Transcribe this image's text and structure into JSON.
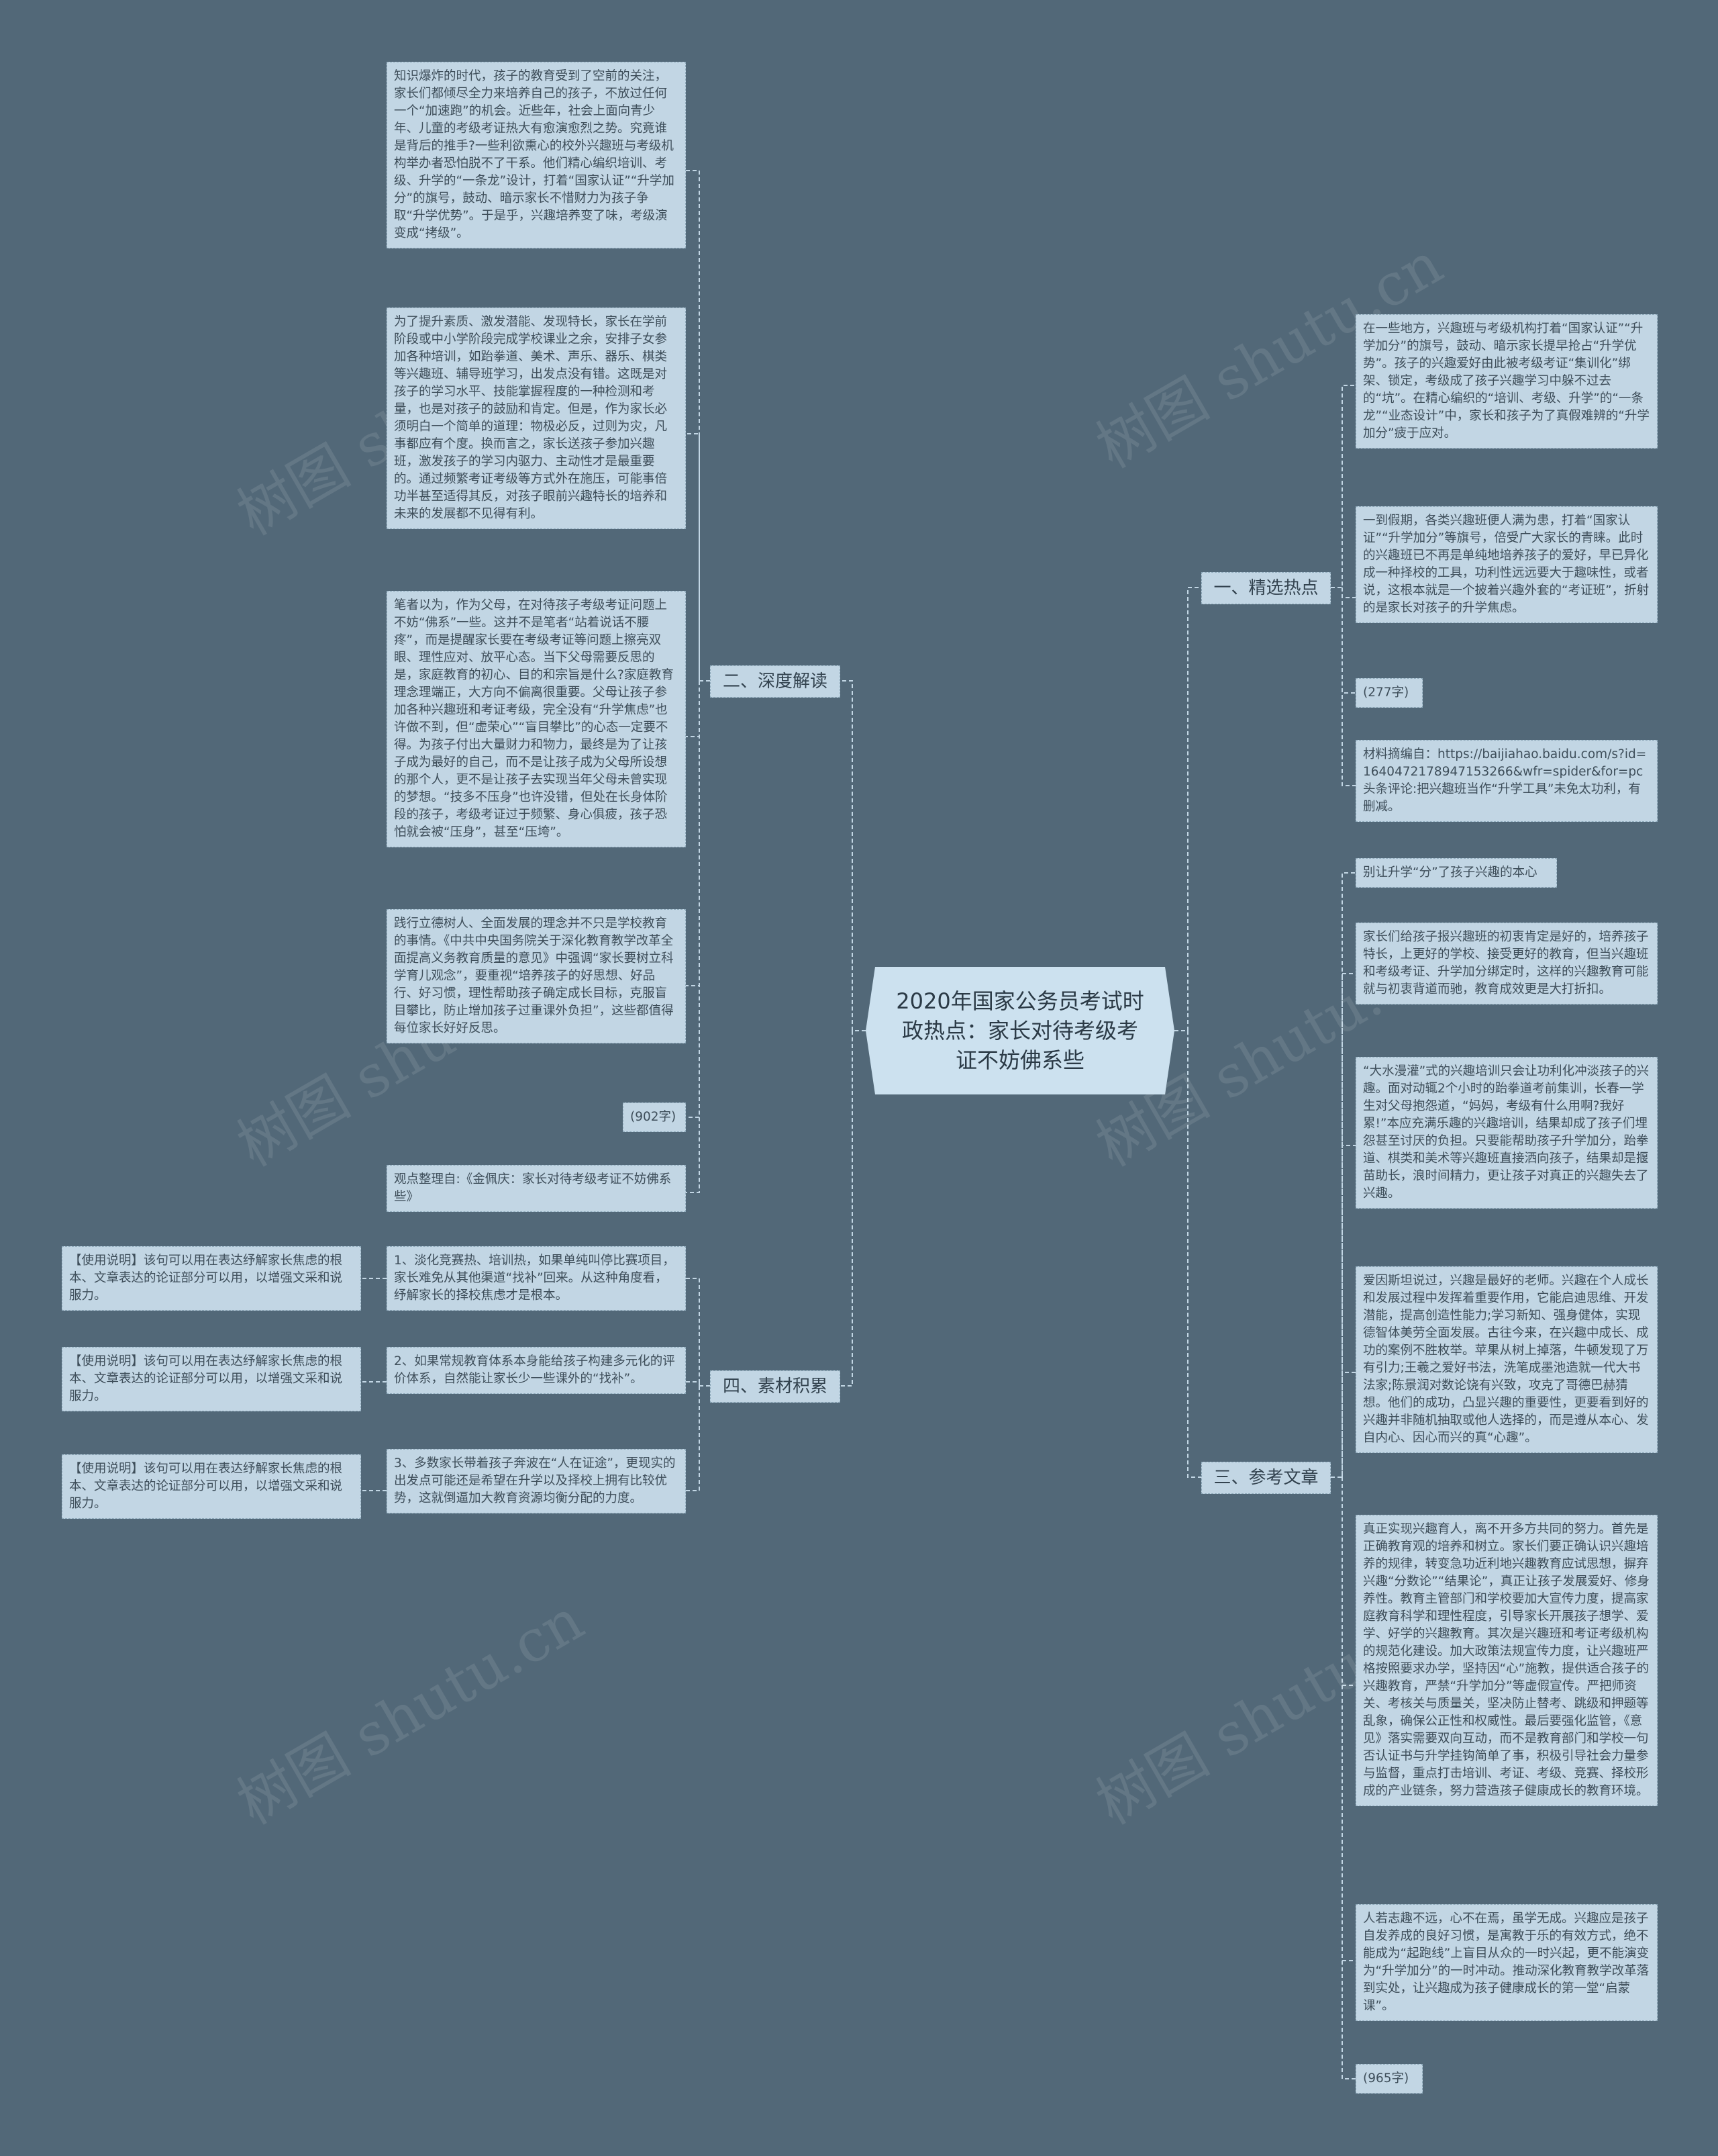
{
  "watermark": "树图 shutu.cn",
  "root": {
    "title": "2020年国家公务员考试时政热点：家长对待考级考证不妨佛系些"
  },
  "branches": {
    "b1": "一、精选热点",
    "b2": "二、深度解读",
    "b3": "三、参考文章",
    "b4": "四、素材积累"
  },
  "left": {
    "l1": "知识爆炸的时代，孩子的教育受到了空前的关注，家长们都倾尽全力来培养自己的孩子，不放过任何一个“加速跑”的机会。近些年，社会上面向青少年、儿童的考级考证热大有愈演愈烈之势。究竟谁是背后的推手?一些利欲熏心的校外兴趣班与考级机构举办者恐怕脱不了干系。他们精心编织培训、考级、升学的“一条龙”设计，打着“国家认证”“升学加分”的旗号，鼓动、暗示家长不惜财力为孩子争取“升学优势”。于是乎，兴趣培养变了味，考级演变成“拷级”。",
    "l2": "为了提升素质、激发潜能、发现特长，家长在学前阶段或中小学阶段完成学校课业之余，安排子女参加各种培训，如跆拳道、美术、声乐、器乐、棋类等兴趣班、辅导班学习，出发点没有错。这既是对孩子的学习水平、技能掌握程度的一种检测和考量，也是对孩子的鼓励和肯定。但是，作为家长必须明白一个简单的道理：物极必反，过则为灾，凡事都应有个度。换而言之，家长送孩子参加兴趣班，激发孩子的学习内驱力、主动性才是最重要的。通过频繁考证考级等方式外在施压，可能事倍功半甚至适得其反，对孩子眼前兴趣特长的培养和未来的发展都不见得有利。",
    "l3": "笔者以为，作为父母，在对待孩子考级考证问题上不妨“佛系”一些。这并不是笔者“站着说话不腰疼”，而是提醒家长要在考级考证等问题上擦亮双眼、理性应对、放平心态。当下父母需要反思的是，家庭教育的初心、目的和宗旨是什么?家庭教育理念理端正，大方向不偏离很重要。父母让孩子参加各种兴趣班和考证考级，完全没有“升学焦虑”也许做不到，但“虚荣心”“盲目攀比”的心态一定要不得。为孩子付出大量财力和物力，最终是为了让孩子成为最好的自己，而不是让孩子成为父母所设想的那个人，更不是让孩子去实现当年父母未曾实现的梦想。“技多不压身”也许没错，但处在长身体阶段的孩子，考级考证过于频繁、身心俱疲，孩子恐怕就会被“压身”，甚至“压垮”。",
    "l4": "践行立德树人、全面发展的理念并不只是学校教育的事情。《中共中央国务院关于深化教育教学改革全面提高义务教育质量的意见》中强调“家长要树立科学育儿观念”，要重视“培养孩子的好思想、好品行、好习惯，理性帮助孩子确定成长目标，克服盲目攀比，防止增加孩子过重课外负担”，这些都值得每位家长好好反思。",
    "l5": "(902字)",
    "l6": "观点整理自:《金佩庆：家长对待考级考证不妨佛系些》",
    "s1": "1、淡化竞赛热、培训热，如果单纯叫停比赛项目，家长难免从其他渠道“找补”回来。从这种角度看，纾解家长的择校焦虑才是根本。",
    "s2": "2、如果常规教育体系本身能给孩子构建多元化的评价体系，自然能让家长少一些课外的“找补”。",
    "s3": "3、多数家长带着孩子奔波在“人在证途”，更现实的出发点可能还是希望在升学以及择校上拥有比较优势，这就倒逼加大教育资源均衡分配的力度。",
    "u1": "【使用说明】该句可以用在表达纾解家长焦虑的根本、文章表达的论证部分可以用，以增强文采和说服力。",
    "u2": "【使用说明】该句可以用在表达纾解家长焦虑的根本、文章表达的论证部分可以用，以增强文采和说服力。",
    "u3": "【使用说明】该句可以用在表达纾解家长焦虑的根本、文章表达的论证部分可以用，以增强文采和说服力。"
  },
  "right": {
    "r1": "在一些地方，兴趣班与考级机构打着“国家认证”“升学加分”的旗号，鼓动、暗示家长提早抢占“升学优势”。孩子的兴趣爱好由此被考级考证“集训化”绑架、锁定，考级成了孩子兴趣学习中躲不过去的“坑”。在精心编织的“培训、考级、升学”的“一条龙”“业态设计”中，家长和孩子为了真假难辨的“升学加分”疲于应对。",
    "r2": "一到假期，各类兴趣班便人满为患，打着“国家认证”“升学加分”等旗号，倍受广大家长的青睐。此时的兴趣班已不再是单纯地培养孩子的爱好，早已异化成一种择校的工具，功利性远远要大于趣味性，或者说，这根本就是一个披着兴趣外套的“考证班”，折射的是家长对孩子的升学焦虑。",
    "r3": "(277字)",
    "r4": "材料摘编自：https://baijiahao.baidu.com/s?id=1640472178947153266&wfr=spider&for=pc 头条评论:把兴趣班当作“升学工具”未免太功利，有删减。",
    "r5": "别让升学“分”了孩子兴趣的本心",
    "r6": "家长们给孩子报兴趣班的初衷肯定是好的，培养孩子特长，上更好的学校、接受更好的教育，但当兴趣班和考级考证、升学加分绑定时，这样的兴趣教育可能就与初衷背道而驰，教育成效更是大打折扣。",
    "r7": "“大水漫灌”式的兴趣培训只会让功利化冲淡孩子的兴趣。面对动辄2个小时的跆拳道考前集训，长春一学生对父母抱怨道，“妈妈，考级有什么用啊?我好累!”本应充满乐趣的兴趣培训，结果却成了孩子们埋怨甚至讨厌的负担。只要能帮助孩子升学加分，跆拳道、棋类和美术等兴趣班直接洒向孩子，结果却是揠苗助长，浪时间精力，更让孩子对真正的兴趣失去了兴趣。",
    "r8": "爱因斯坦说过，兴趣是最好的老师。兴趣在个人成长和发展过程中发挥着重要作用，它能启迪思维、开发潜能，提高创造性能力;学习新知、强身健体，实现德智体美劳全面发展。古往今来，在兴趣中成长、成功的案例不胜枚举。苹果从树上掉落，牛顿发现了万有引力;王羲之爱好书法，洗笔成墨池造就一代大书法家;陈景润对数论饶有兴致，攻克了哥德巴赫猜想。他们的成功，凸显兴趣的重要性，更要看到好的兴趣并非随机抽取或他人选择的，而是遵从本心、发自内心、因心而兴的真“心趣”。",
    "r9": "真正实现兴趣育人，离不开多方共同的努力。首先是正确教育观的培养和树立。家长们要正确认识兴趣培养的规律，转变急功近利地兴趣教育应试思想，摒弃兴趣“分数论”“结果论”，真正让孩子发展爱好、修身养性。教育主管部门和学校要加大宣传力度，提高家庭教育科学和理性程度，引导家长开展孩子想学、爱学、好学的兴趣教育。其次是兴趣班和考证考级机构的规范化建设。加大政策法规宣传力度，让兴趣班严格按照要求办学，坚持因“心”施教，提供适合孩子的兴趣教育，严禁“升学加分”等虚假宣传。严把师资关、考核关与质量关，坚决防止替考、跳级和押题等乱象，确保公正性和权威性。最后要强化监管，《意见》落实需要双向互动，而不是教育部门和学校一句否认证书与升学挂钩简单了事，积极引导社会力量参与监督，重点打击培训、考证、考级、竞赛、择校形成的产业链条，努力营造孩子健康成长的教育环境。",
    "r10": "人若志趣不远，心不在焉，虽学无成。兴趣应是孩子自发养成的良好习惯，是寓教于乐的有效方式，绝不能成为“起跑线”上盲目从众的一时兴起，更不能演变为“升学加分”的一时冲动。推动深化教育教学改革落到实处，让兴趣成为孩子健康成长的第一堂“启蒙课”。",
    "r11": "(965字)"
  }
}
